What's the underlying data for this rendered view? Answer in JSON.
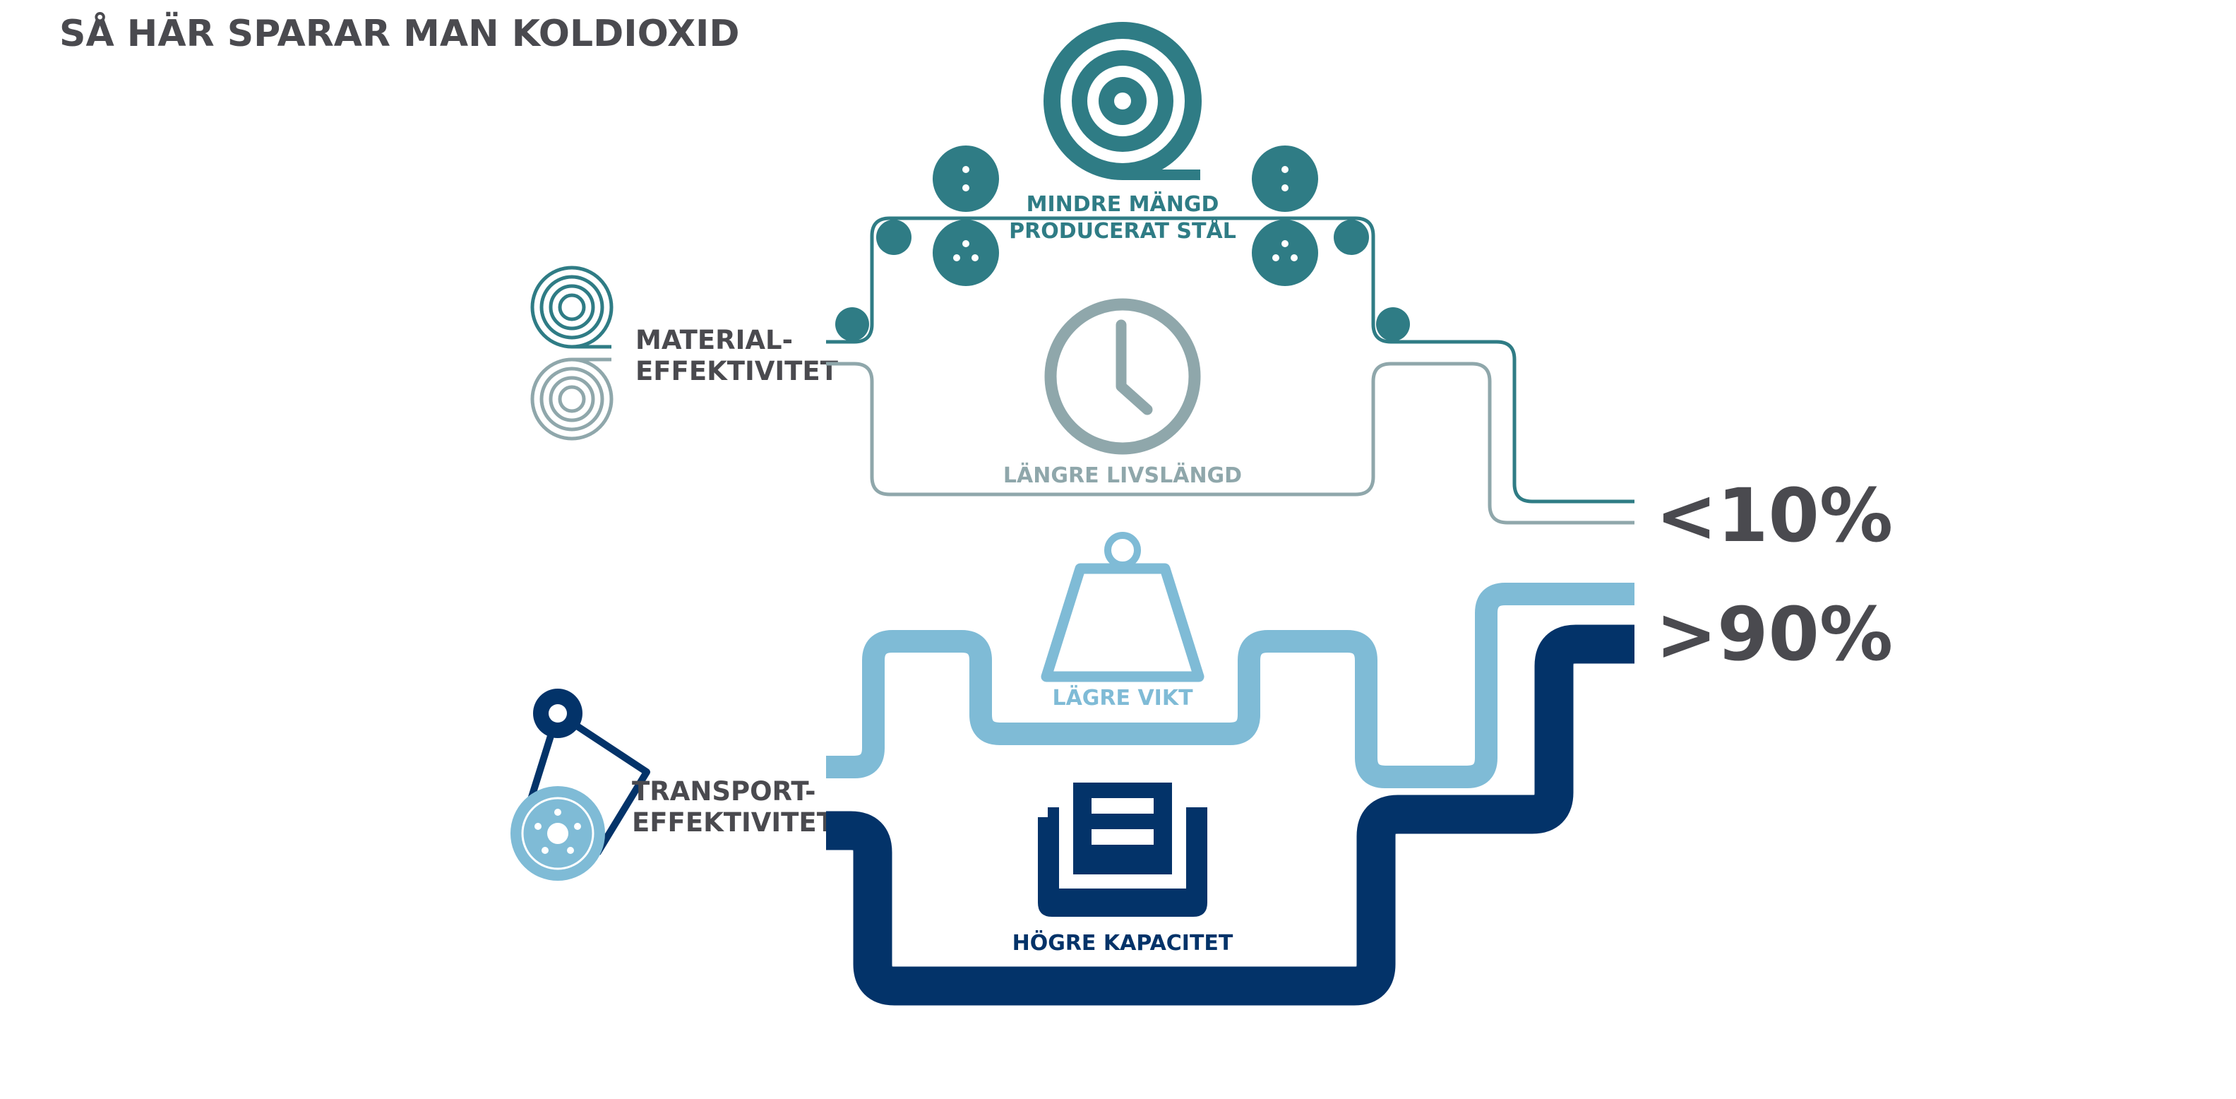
{
  "title": "SÅ HÄR SPARAR MAN KOLDIOXID",
  "colors": {
    "teal": "#2f7c85",
    "grey_teal": "#8fa7ab",
    "light_blue": "#7fbbd6",
    "navy": "#033369",
    "dark_grey": "#4a4a4f"
  },
  "material": {
    "label_line1": "MATERIAL-",
    "label_line2": "EFFEKTIVITET",
    "icon": "steel-coil-icon",
    "top_path_label_line1": "MINDRE MÄNGD",
    "top_path_label_line2": "PRODUCERAT STÅL",
    "top_path_icon": "steel-roll-icon",
    "bottom_path_label": "LÄNGRE LIVSLÄNGD",
    "bottom_path_icon": "clock-icon",
    "share": "<10%"
  },
  "transport": {
    "label_line1": "TRANSPORT-",
    "label_line2": "EFFEKTIVITET",
    "icon": "wheel-belt-icon",
    "top_path_label": "LÄGRE VIKT",
    "top_path_icon": "weight-icon",
    "bottom_path_label": "HÖGRE KAPACITET",
    "bottom_path_icon": "container-icon",
    "share": ">90%"
  }
}
